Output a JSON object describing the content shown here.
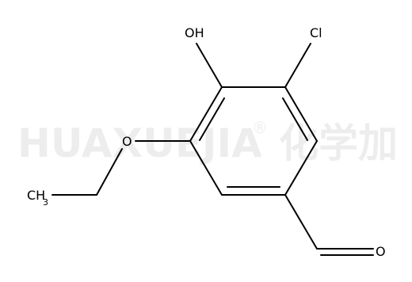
{
  "watermark": {
    "text": "HUAXUEJIA",
    "registered": "®",
    "chinese": "化学加"
  },
  "labels": {
    "hydroxyl": "OH",
    "chloro": "Cl",
    "ether_oxygen": "O",
    "methyl_main": "CH",
    "methyl_sub": "3",
    "aldehyde_oxygen": "O"
  }
}
